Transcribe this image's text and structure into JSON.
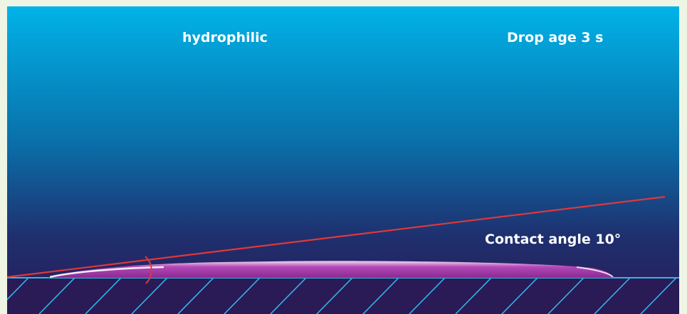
{
  "labels": {
    "surface_type": "hydrophilic",
    "drop_age": "Drop age 3 s",
    "contact_angle": "Contact angle 10°"
  },
  "colors": {
    "sky_top": "#00b0e6",
    "sky_bottom": "#2a1a56",
    "substrate": "#2a1a56",
    "hatch": "#2fb8e8",
    "tangent_line": "#e0383a",
    "drop": "#a33ba8",
    "drop_highlight": "#ffffff",
    "frame": "#eef5e4"
  },
  "measurement": {
    "contact_angle_deg": 10,
    "drop_age_s": 3
  }
}
